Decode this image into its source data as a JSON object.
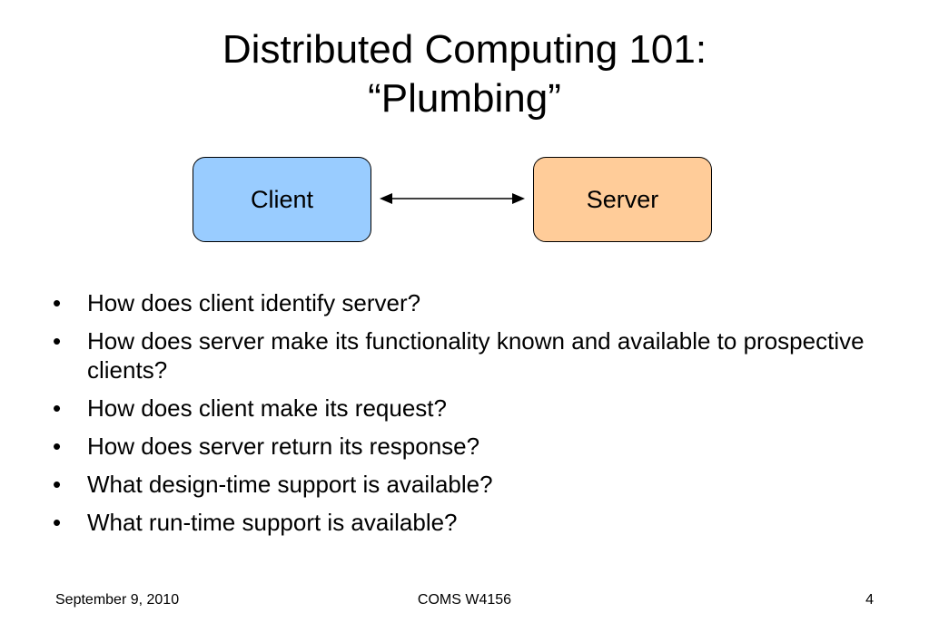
{
  "slide": {
    "title_line1": "Distributed Computing 101:",
    "title_line2": "“Plumbing”"
  },
  "diagram": {
    "client_label": "Client",
    "server_label": "Server",
    "client_color": "#99ccff",
    "server_color": "#ffcc99",
    "connector": "bidirectional-arrow"
  },
  "bullets": [
    "How does client identify server?",
    "How does server make its functionality known and available to prospective clients?",
    "How does client make its request?",
    "How does server return its response?",
    "What design-time support is available?",
    "What run-time support is available?"
  ],
  "footer": {
    "date": "September 9, 2010",
    "course": "COMS W4156",
    "page": "4"
  }
}
